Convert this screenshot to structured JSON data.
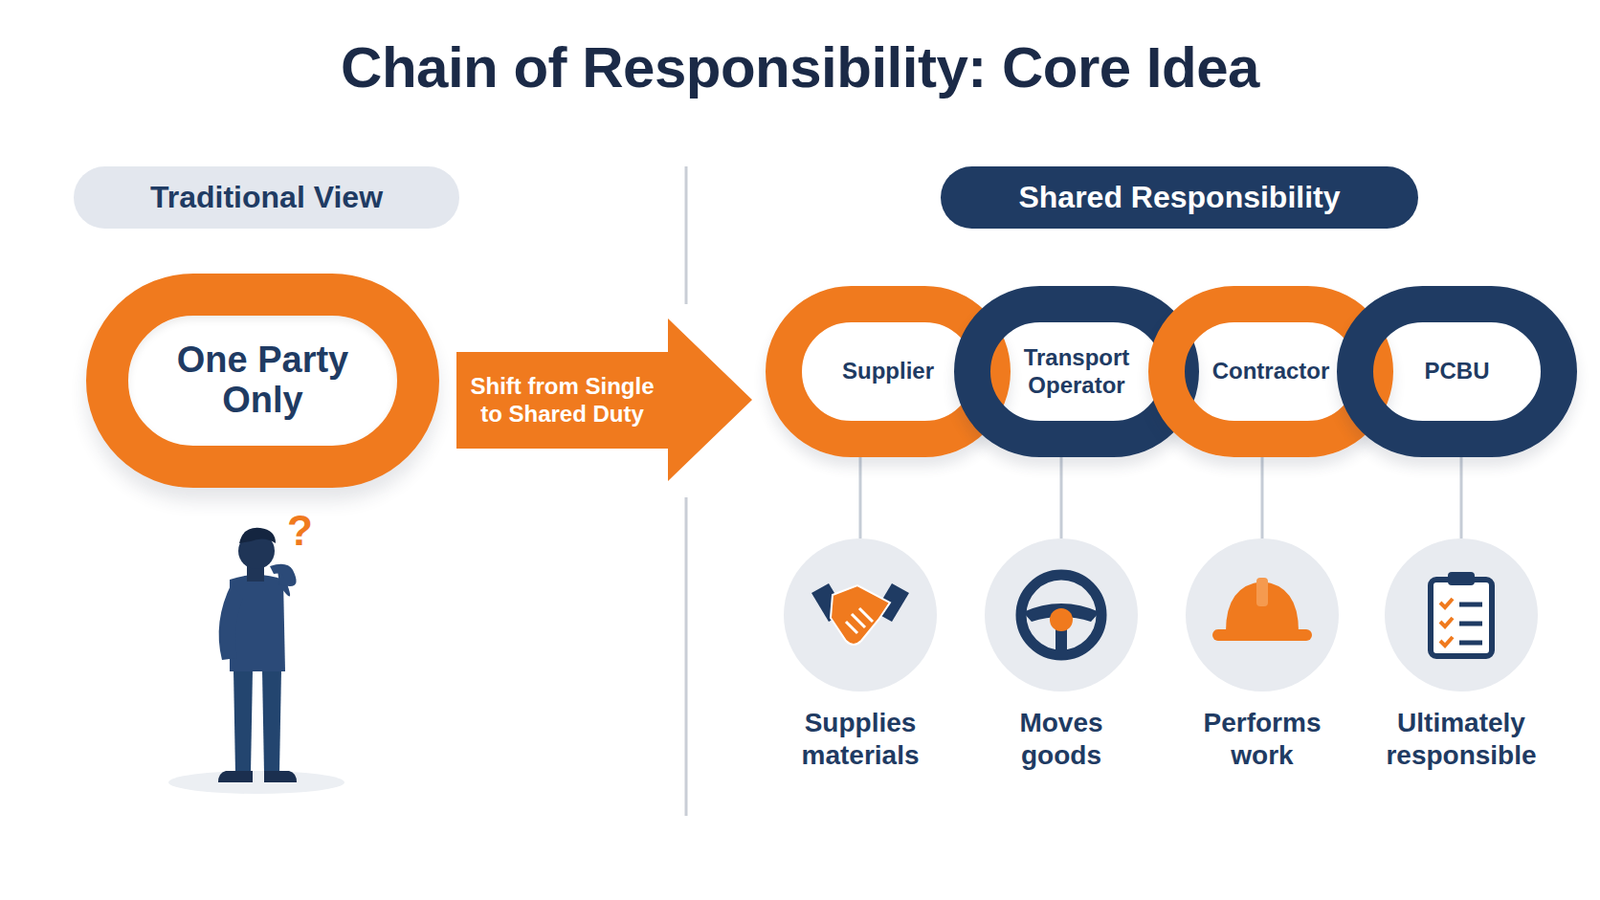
{
  "diagram": {
    "title": "Chain of Responsibility: Core Idea",
    "nodes": [
      {
        "text": [
          "Traditional View"
        ]
      },
      {
        "text": [
          "One Party Only"
        ]
      },
      {
        "text": [
          "Shift from Single to Shared Duty"
        ]
      },
      {
        "text": [
          "Shared Responsibility"
        ]
      },
      {
        "text": [
          "Supplier"
        ]
      },
      {
        "text": [
          "Transport Operator"
        ]
      },
      {
        "text": [
          "Contractor"
        ]
      },
      {
        "text": [
          "PCBU"
        ]
      },
      {
        "text": [
          "Supplies materials"
        ]
      },
      {
        "text": [
          "Moves goods"
        ]
      },
      {
        "text": [
          "Performs work"
        ]
      },
      {
        "text": [
          "Ultimately responsible"
        ]
      }
    ],
    "edges": [
      {
        "from": 4,
        "to": 8,
        "arrow": "none"
      },
      {
        "from": 5,
        "to": 9,
        "arrow": "none"
      },
      {
        "from": 6,
        "to": 10,
        "arrow": "none"
      },
      {
        "from": 7,
        "to": 11,
        "arrow": "none"
      }
    ],
    "labels": [
      "?"
    ]
  }
}
